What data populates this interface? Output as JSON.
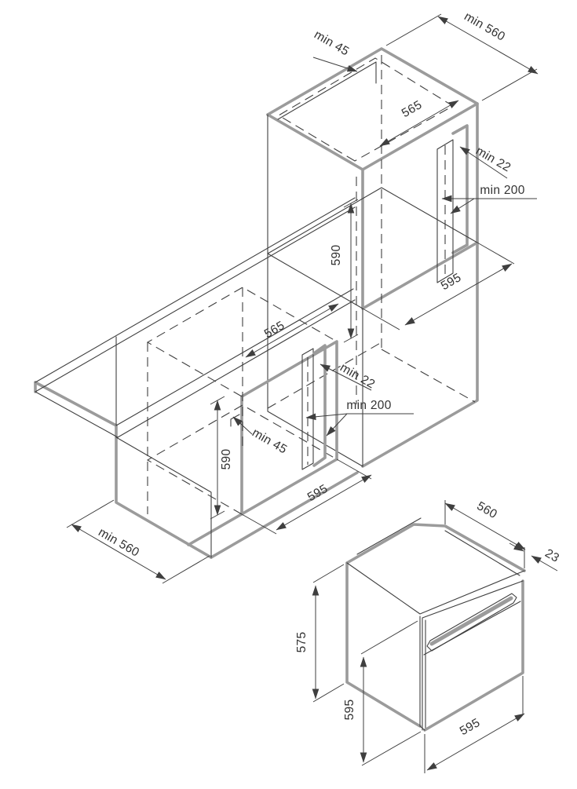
{
  "colors": {
    "background": "#ffffff",
    "thin_line": "#3f3f3f",
    "accent_edge": "#9b9b9b",
    "label_text": "#333333"
  },
  "column_installation": {
    "labels": {
      "min_top_gap": "min 45",
      "min_cabinet_depth": "min 560",
      "niche_depth": "565",
      "min_vent_gap": "min 22",
      "min_vent_area": "min 200",
      "niche_height": "590",
      "front_width": "595"
    }
  },
  "undercounter_installation": {
    "labels": {
      "niche_depth": "565",
      "min_vent_gap": "min 22",
      "min_vent_area": "min 200",
      "min_bottom_gap": "min 45",
      "niche_height": "590",
      "front_width": "595",
      "min_cabinet_depth": "min 560"
    }
  },
  "oven": {
    "labels": {
      "body_depth": "560",
      "frame_overhang": "23",
      "body_height": "575",
      "front_height": "595",
      "front_width": "595"
    }
  }
}
